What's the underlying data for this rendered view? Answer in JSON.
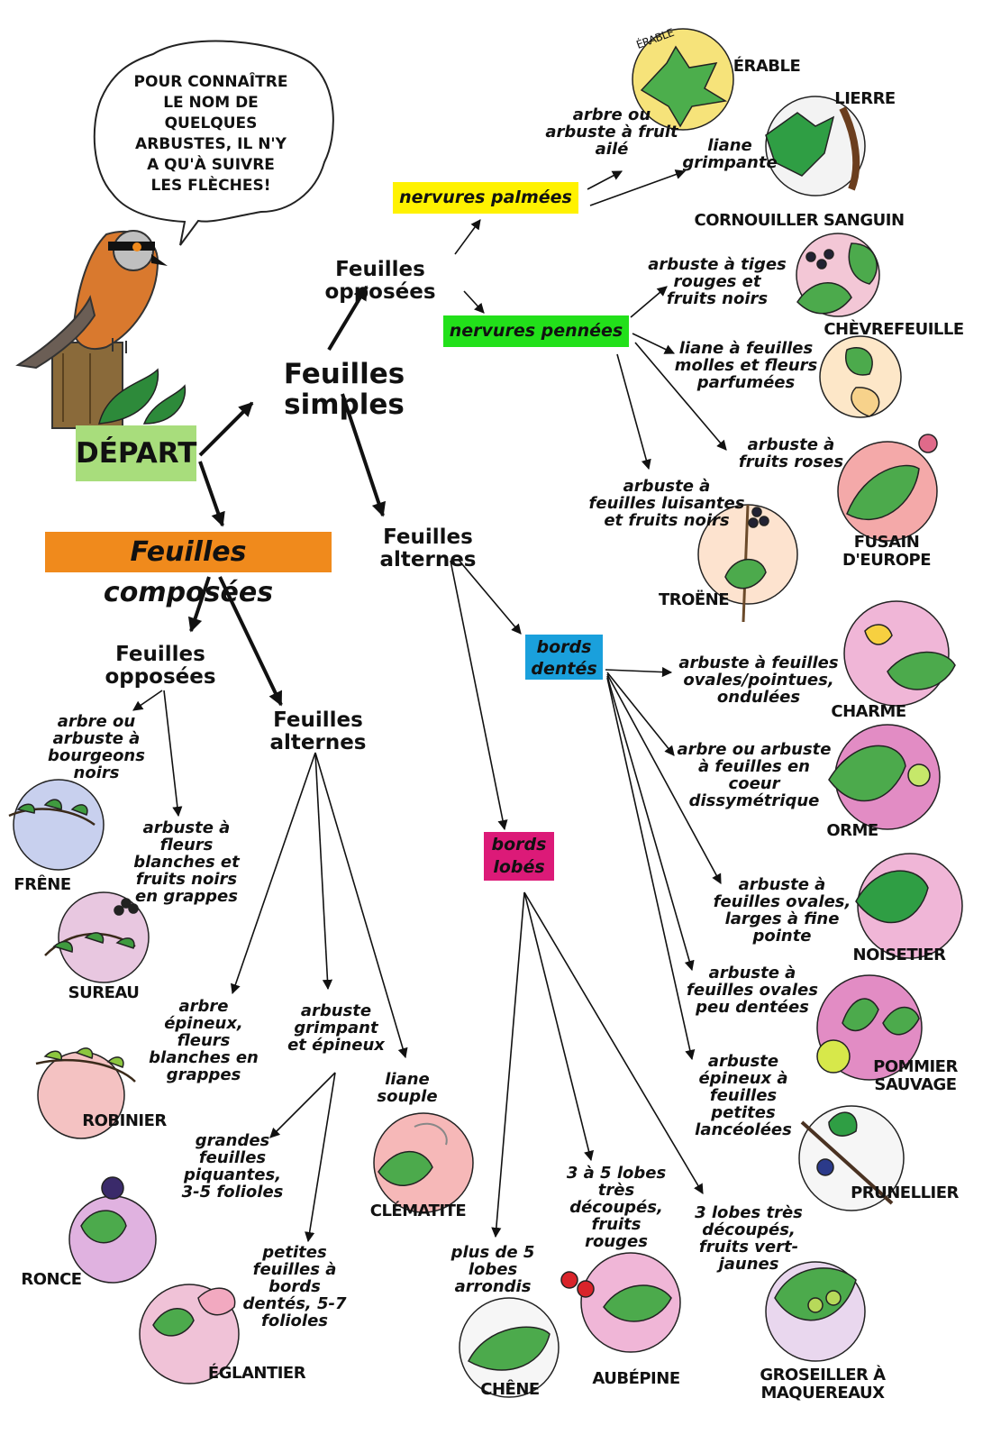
{
  "bubble": "POUR CONNAÎTRE\nLE NOM DE\nQUELQUES\nARBUSTES, IL N'Y\nA QU'À SUIVRE\nLES FLÈCHES!",
  "start": "DÉPART",
  "maple_tag": "ÉRABLE",
  "nodes": {
    "simple": "Feuilles simples",
    "composees": "Feuilles composées",
    "opp_simple": "Feuilles opposées",
    "alt_simple": "Feuilles alternes",
    "palmees": "nervures palmées",
    "pennees": "nervures pennées",
    "dentes": "bords\ndentés",
    "lobes": "bords\nlobés",
    "opp_comp": "Feuilles\nopposées",
    "alt_comp": "Feuilles\nalternes"
  },
  "descriptions": {
    "arbre_aile": "arbre ou\narbuste à fruit\nailé",
    "liane_grimp": "liane\ngrimpante",
    "tiges_rouges": "arbuste à tiges\nrouges et\nfruits noirs",
    "liane_molles": "liane à feuilles\nmolles et fleurs\nparfumées",
    "fruits_roses": "arbuste à\nfruits roses",
    "luisantes": "arbuste à\nfeuilles luisantes\net fruits noirs",
    "ovales_pointues": "arbuste à feuilles\novales/pointues,\nondulées",
    "coeur": "arbre ou arbuste\nà feuilles en\ncoeur\ndissymétrique",
    "fine_pointe": "arbuste à\nfeuilles ovales,\nlarges à fine\npointe",
    "peu_dentees": "arbuste à\nfeuilles ovales\npeu dentées",
    "lanceolees": "arbuste\népineux à\nfeuilles\npetites\nlancéolées",
    "cinq_lobes": "plus de 5\nlobes\narrondis",
    "trois_cinq": "3 à 5 lobes\ntrès\ndécoupés,\nfruits\nrouges",
    "trois_lobes": "3  lobes très\ndécoupés,\nfruits vert-\njaunes",
    "bourgeons": "arbre ou\narbuste à\nbourgeons\nnoirs",
    "fleurs_blanches": "arbuste à\nfleurs\nblanches et\nfruits noirs\nen grappes",
    "epineux_fleurs": "arbre\népineux,\nfleurs\nblanches en\ngrappes",
    "grimpant_epineux": "arbuste\ngrimpant\net épineux",
    "liane_souple": "liane\nsouple",
    "grandes_feuilles": "grandes\nfeuilles\npiquantes,\n3-5 folioles",
    "petites_feuilles": "petites\nfeuilles à\nbords\ndentés, 5-7\nfolioles"
  },
  "plants": {
    "erable": "ÉRABLE",
    "lierre": "LIERRE",
    "cornouiller": "CORNOUILLER SANGUIN",
    "chevrefeuille": "CHÈVREFEUILLE",
    "fusain": "FUSAIN\nD'EUROPE",
    "troene": "TROËNE",
    "charme": "CHARME",
    "orme": "ORME",
    "noisetier": "NOISETIER",
    "pommier": "POMMIER\nSAUVAGE",
    "prunellier": "PRUNELLIER",
    "chene": "CHÊNE",
    "aubepine": "AUBÉPINE",
    "groseiller": "GROSEILLER À\nMAQUEREAUX",
    "frene": "FRÊNE",
    "sureau": "SUREAU",
    "robinier": "ROBINIER",
    "clematite": "CLÉMATITE",
    "ronce": "RONCE",
    "eglantier": "ÉGLANTIER"
  },
  "colors": {
    "depart": "#a8dd7c",
    "composees": "#f08a1c",
    "palmees": "#fff200",
    "pennees": "#22e01a",
    "dentes": "#1aa0dc",
    "lobes": "#dc1a78"
  }
}
